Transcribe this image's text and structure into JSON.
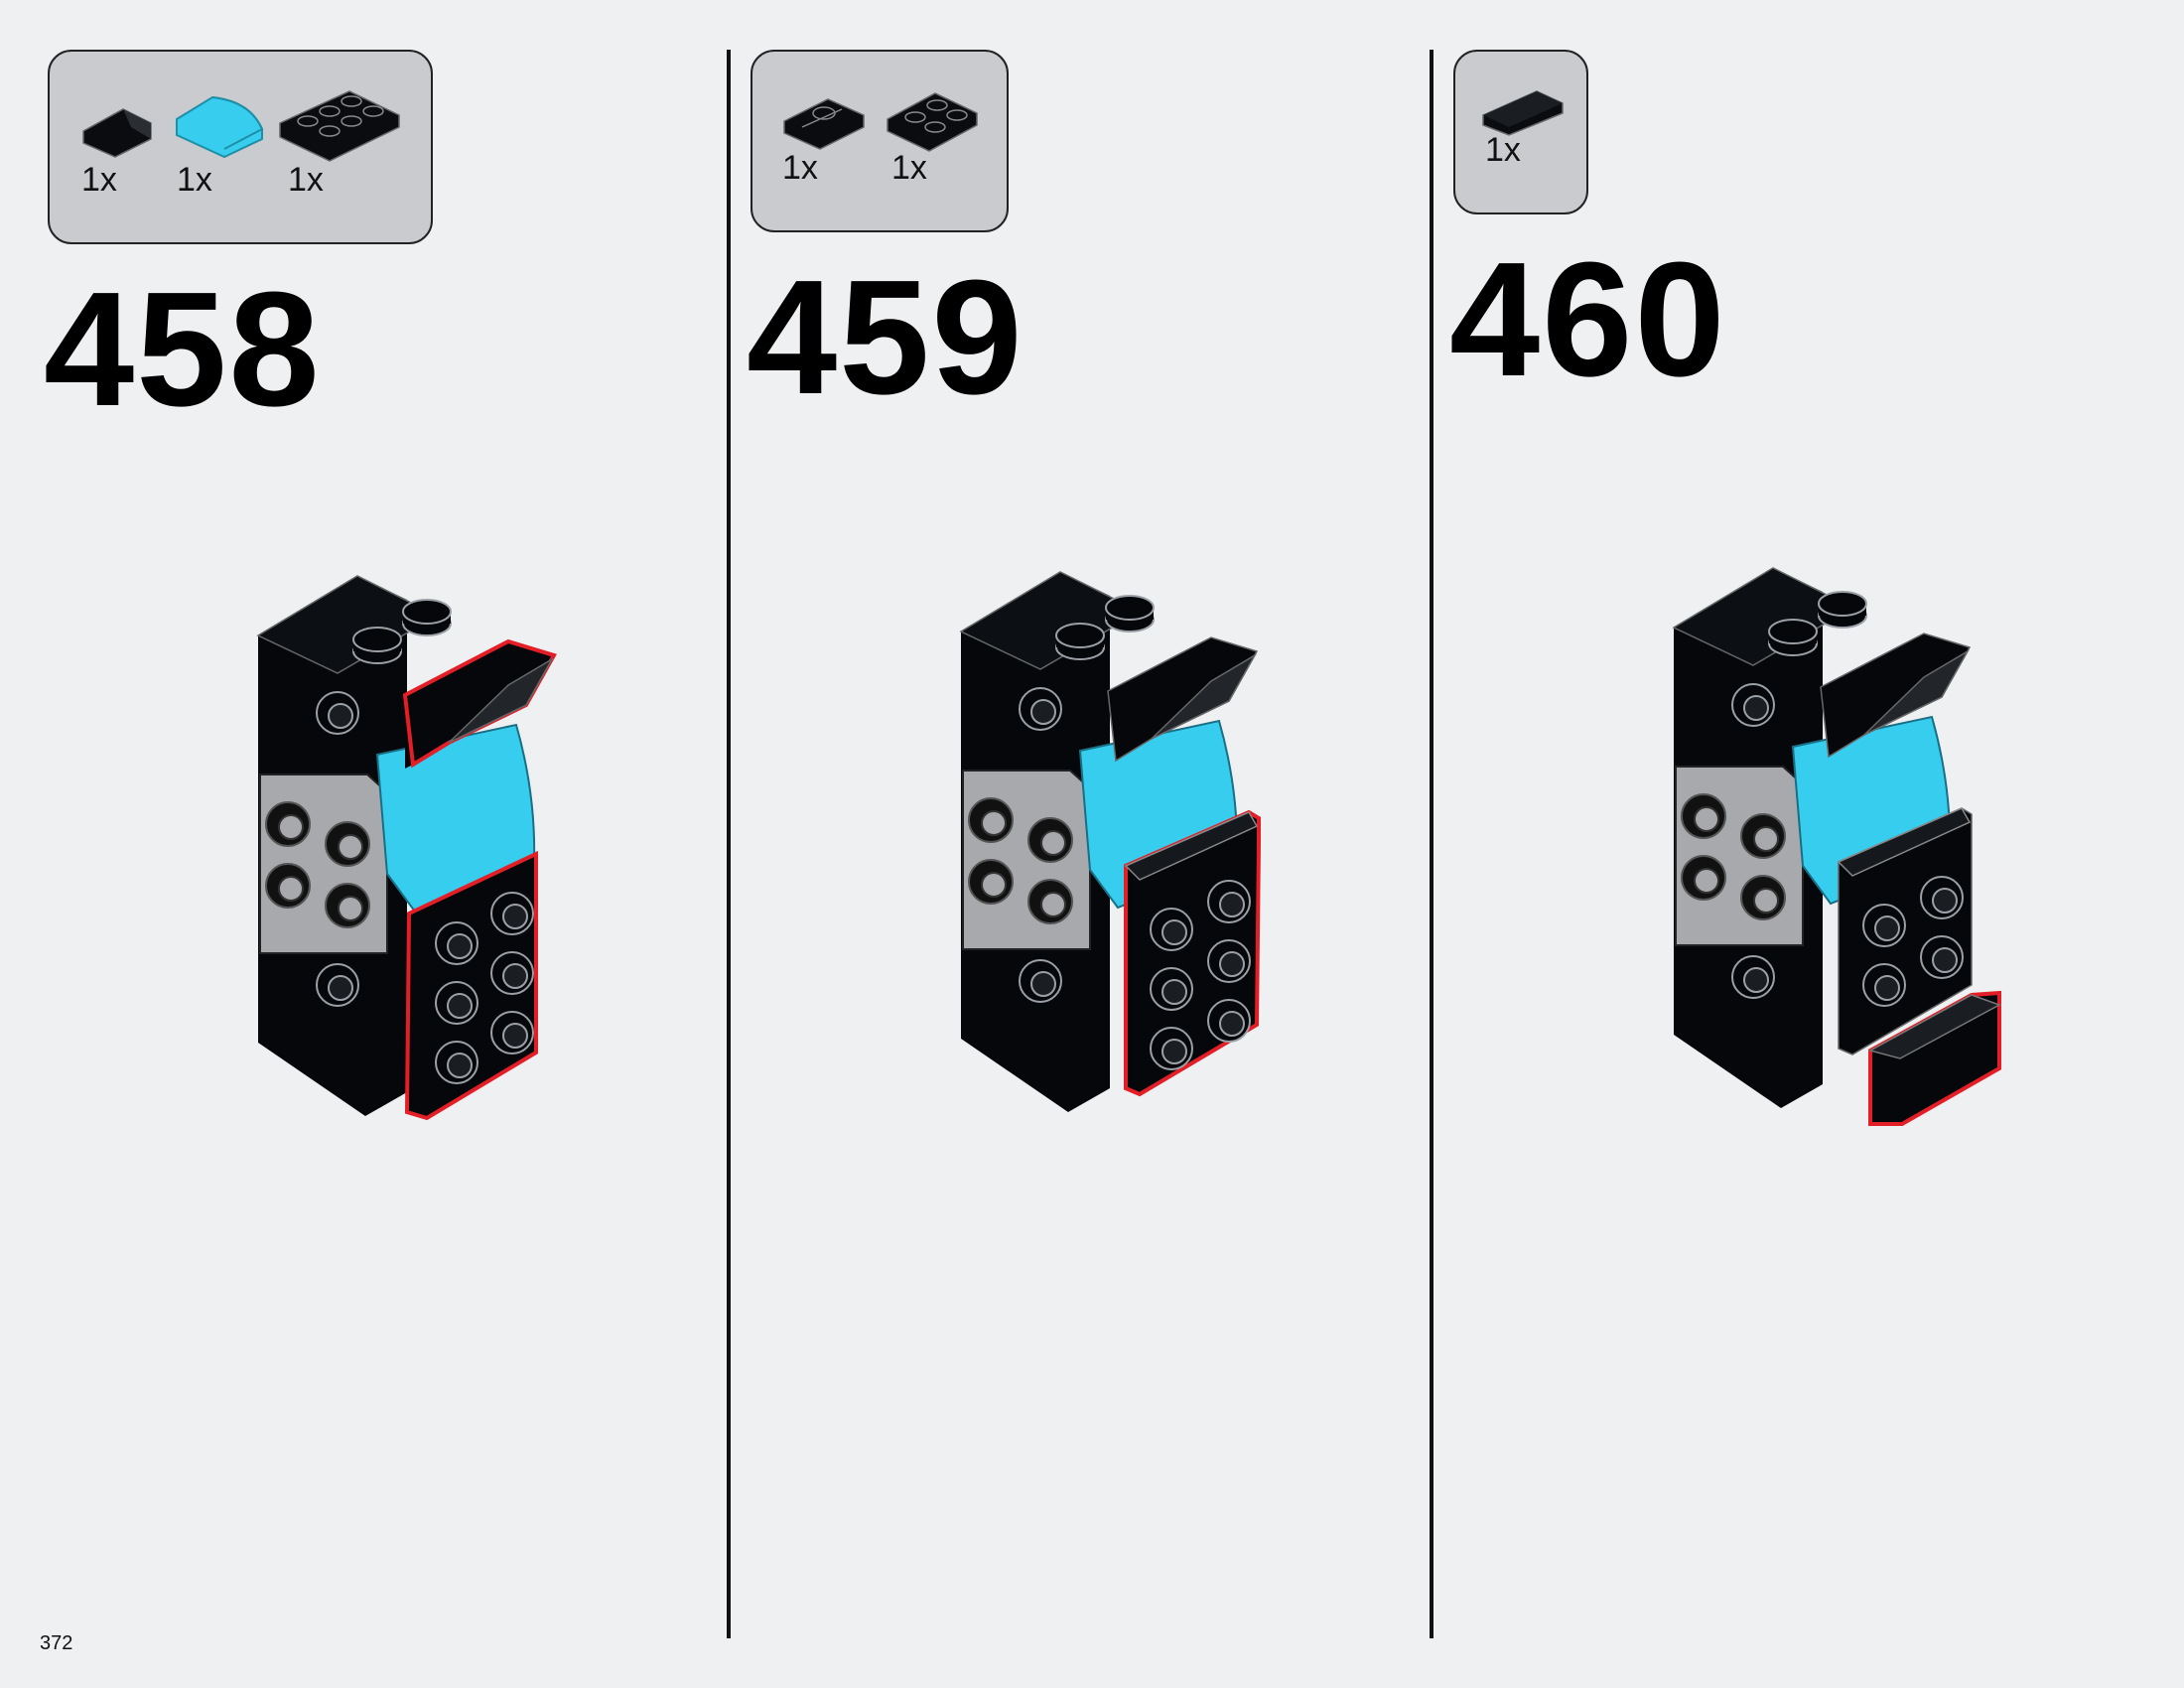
{
  "page": {
    "number": "372"
  },
  "colors": {
    "background": "#eef0f2",
    "callout": "#c9cbce",
    "brick_black": "#05070a",
    "brick_azure": "#36cdee",
    "brick_grey": "#a7a9ac",
    "highlight": "#e41e26"
  },
  "steps": [
    {
      "number": "458",
      "parts": [
        {
          "icon": "black-slope-icon",
          "qty": "1x"
        },
        {
          "icon": "azure-curved-slope-icon",
          "qty": "1x"
        },
        {
          "icon": "black-plate-2x3-icon",
          "qty": "1x"
        }
      ]
    },
    {
      "number": "459",
      "parts": [
        {
          "icon": "black-jumper-plate-icon",
          "qty": "1x"
        },
        {
          "icon": "black-plate-2x2-icon",
          "qty": "1x"
        }
      ]
    },
    {
      "number": "460",
      "parts": [
        {
          "icon": "black-tile-1x2-icon",
          "qty": "1x"
        }
      ]
    }
  ]
}
